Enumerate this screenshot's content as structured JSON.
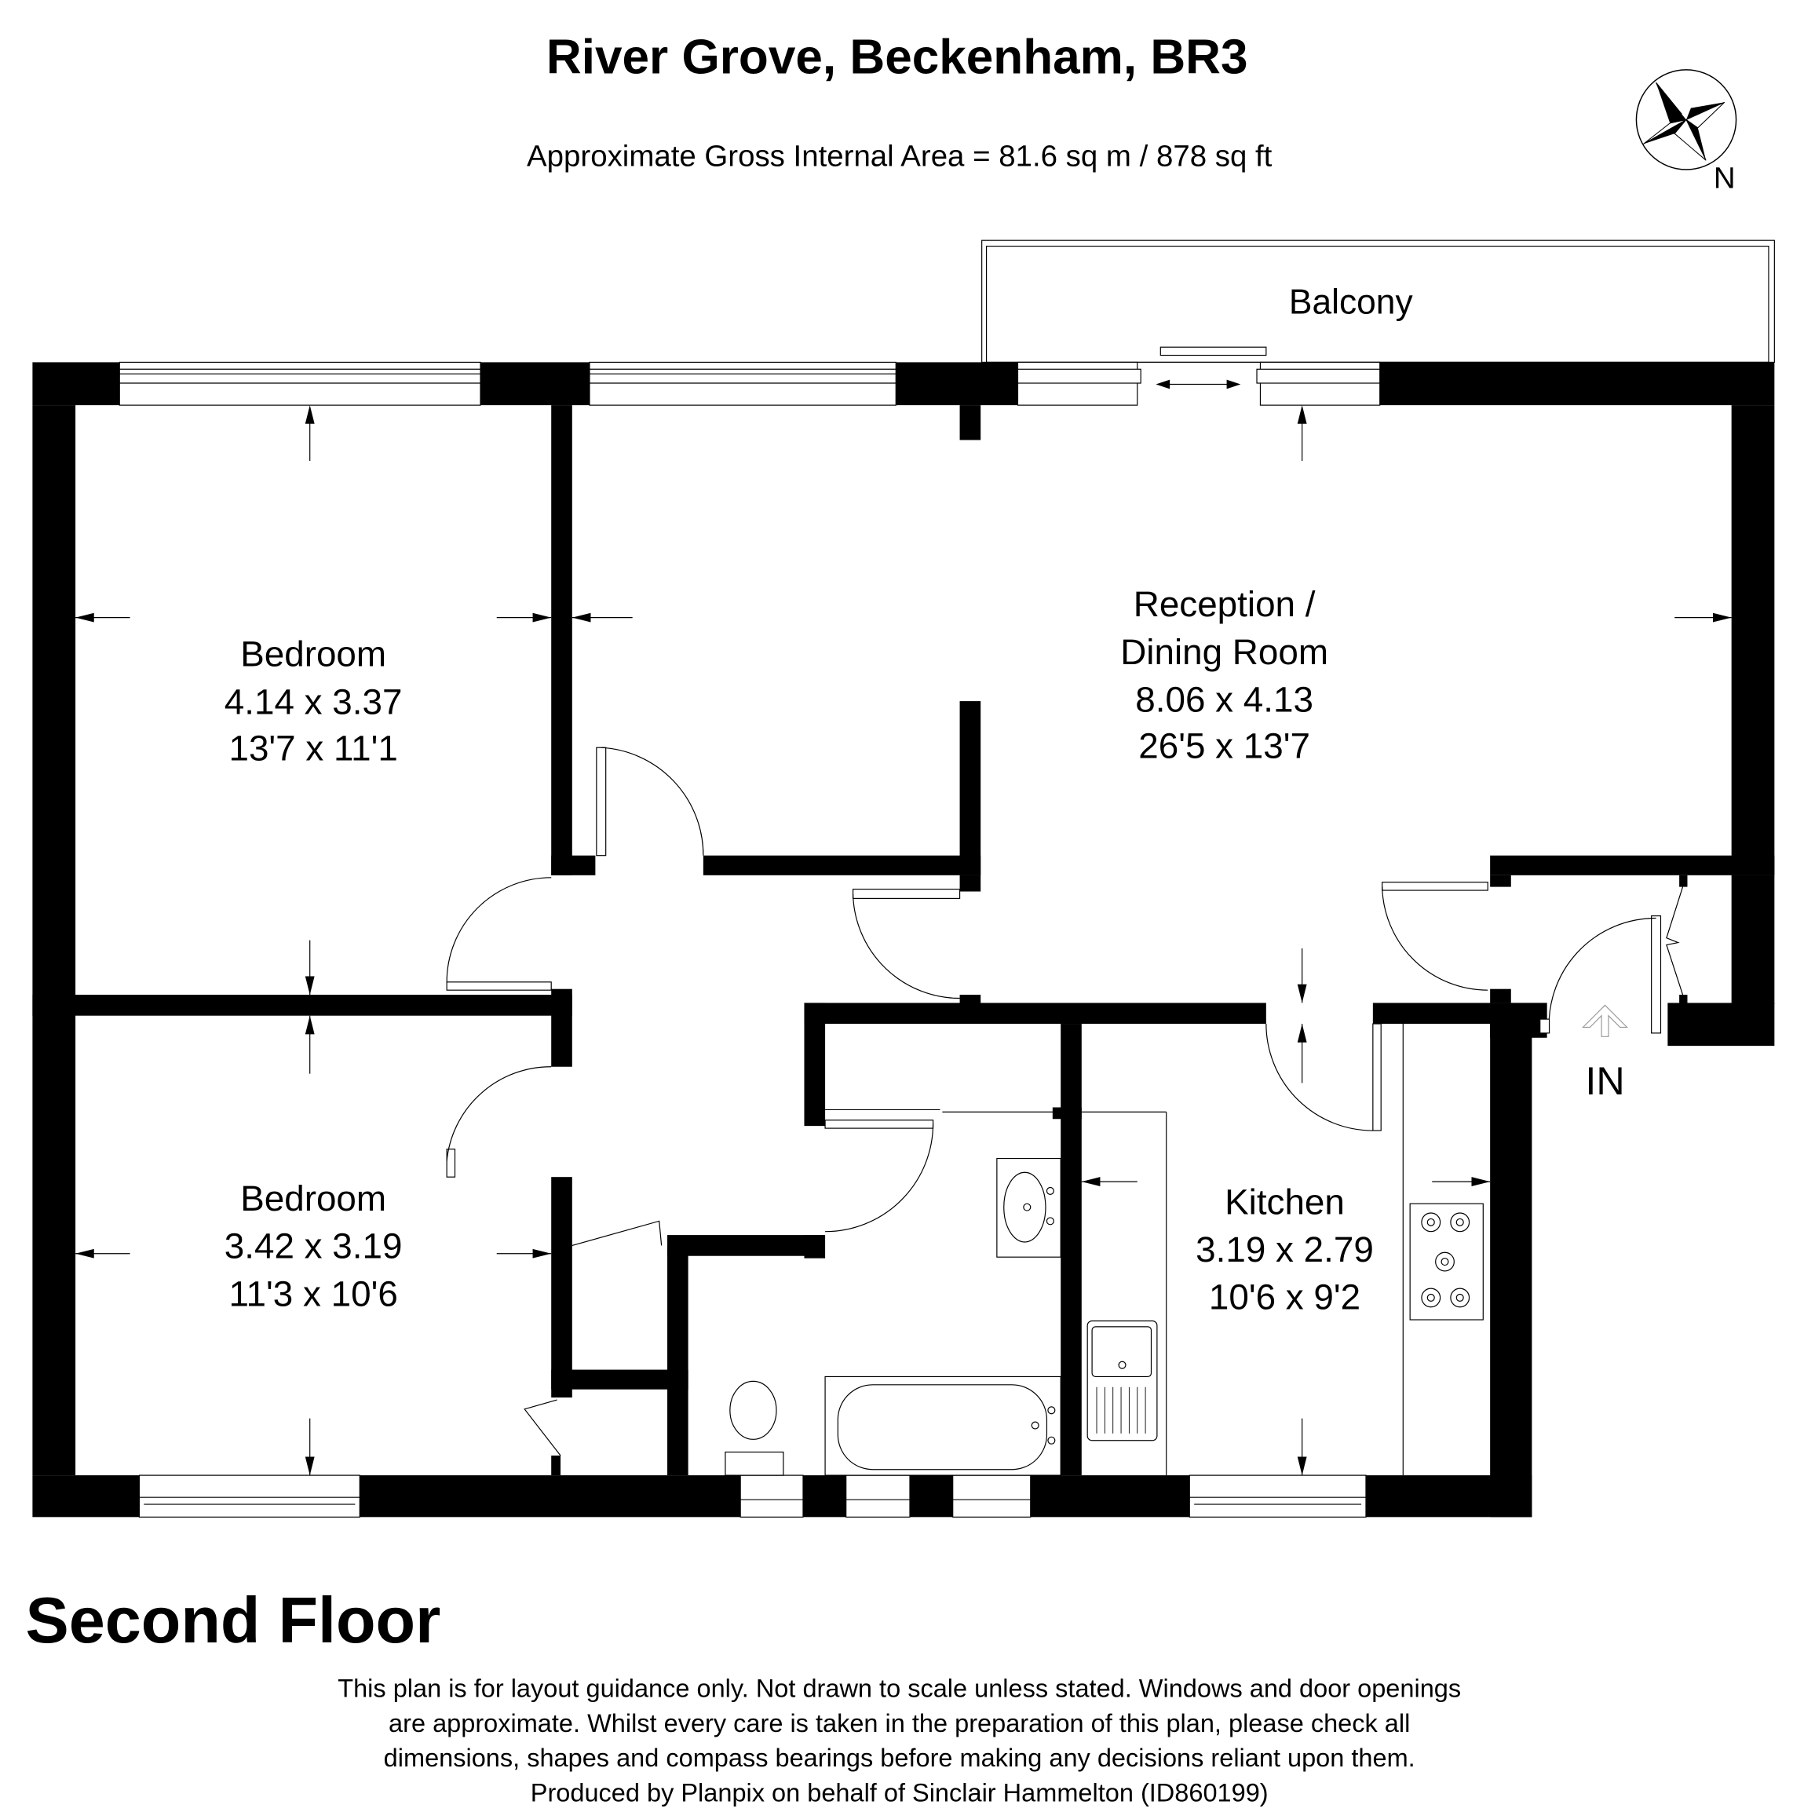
{
  "header": {
    "title": "River Grove, Beckenham, BR3",
    "area": "Approximate Gross Internal Area = 81.6 sq m / 878 sq ft"
  },
  "compass": {
    "label": "N"
  },
  "rooms": {
    "balcony": {
      "name": "Balcony"
    },
    "bedroom1": {
      "name": "Bedroom",
      "metric": "4.14 x 3.37",
      "imperial": "13'7 x 11'1"
    },
    "reception": {
      "name_line1": "Reception /",
      "name_line2": "Dining Room",
      "metric": "8.06 x 4.13",
      "imperial": "26'5 x 13'7"
    },
    "bedroom2": {
      "name": "Bedroom",
      "metric": "3.42 x 3.19",
      "imperial": "11'3 x 10'6"
    },
    "kitchen": {
      "name": "Kitchen",
      "metric": "3.19 x 2.79",
      "imperial": "10'6 x 9'2"
    }
  },
  "entrance": {
    "label": "IN"
  },
  "floor": {
    "label": "Second Floor"
  },
  "disclaimer": {
    "line1": "This plan is for layout guidance only. Not drawn to scale unless stated. Windows and door openings",
    "line2": "are approximate. Whilst every care is taken in the preparation of this plan, please check all",
    "line3": "dimensions, shapes and compass bearings before making any decisions reliant upon them.",
    "line4": "Produced by Planpix on behalf of Sinclair Hammelton (ID860199)"
  }
}
